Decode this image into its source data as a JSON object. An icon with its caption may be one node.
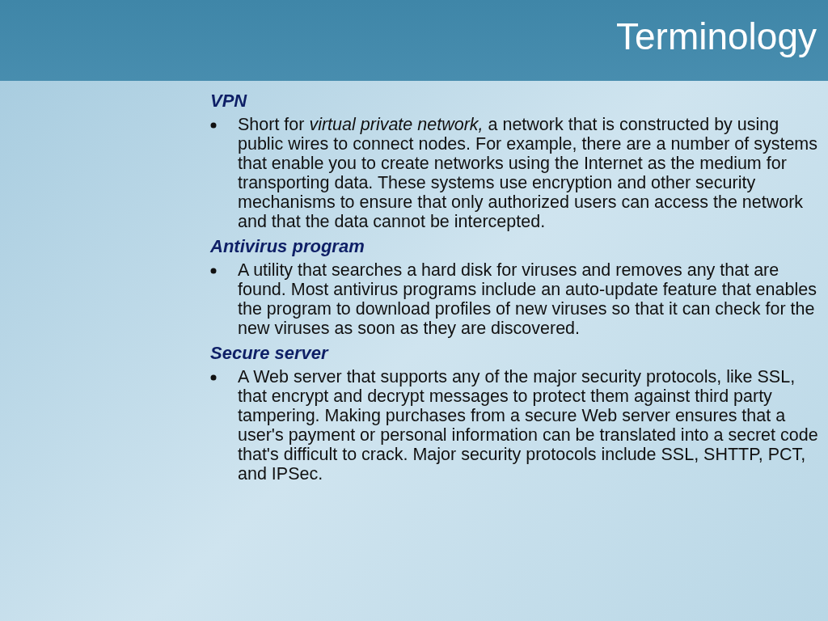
{
  "diagram": {
    "title": "Terminology",
    "labels": [
      "VPN",
      "Short for *virtual private network,* a network that is constructed by using public wires to connect nodes.   For example, there are a number of systems that enable you to create networks using the Internet as the medium for transporting data.  These systems use encryption and other security mechanisms to ensure that only authorized users can access the network and that the data cannot be intercepted.",
      "Antivirus program",
      "A utility that searches a hard disk for viruses and removes any that are found. Most antivirus programs include an auto-update feature that enables the program to download profiles of new viruses so that it can check for the new viruses as soon as they are discovered.",
      "Secure server",
      "A Web server that supports any of the major security protocols, like SSL, that encrypt and decrypt messages to protect them against third party tampering. Making purchases from a secure Web server ensures that a user's payment or personal information can be translated into a secret code that's difficult to crack. Major security protocols include SSL, SHTTP, PCT, and IPSec."
    ]
  }
}
